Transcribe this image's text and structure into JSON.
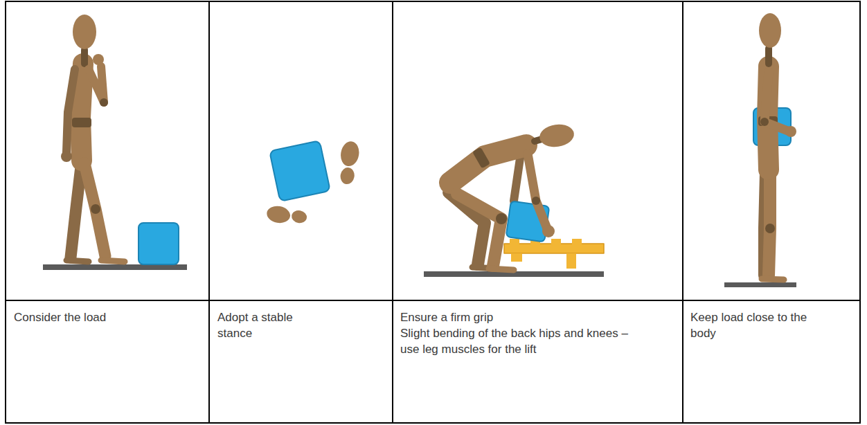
{
  "diagram": {
    "labels": [
      "Consider the load",
      "Adopt a stable stance",
      "Ensure a firm grip",
      "Slight bending of the back hips and knees – use leg muscles for the lift",
      "Keep load close to the body"
    ]
  }
}
